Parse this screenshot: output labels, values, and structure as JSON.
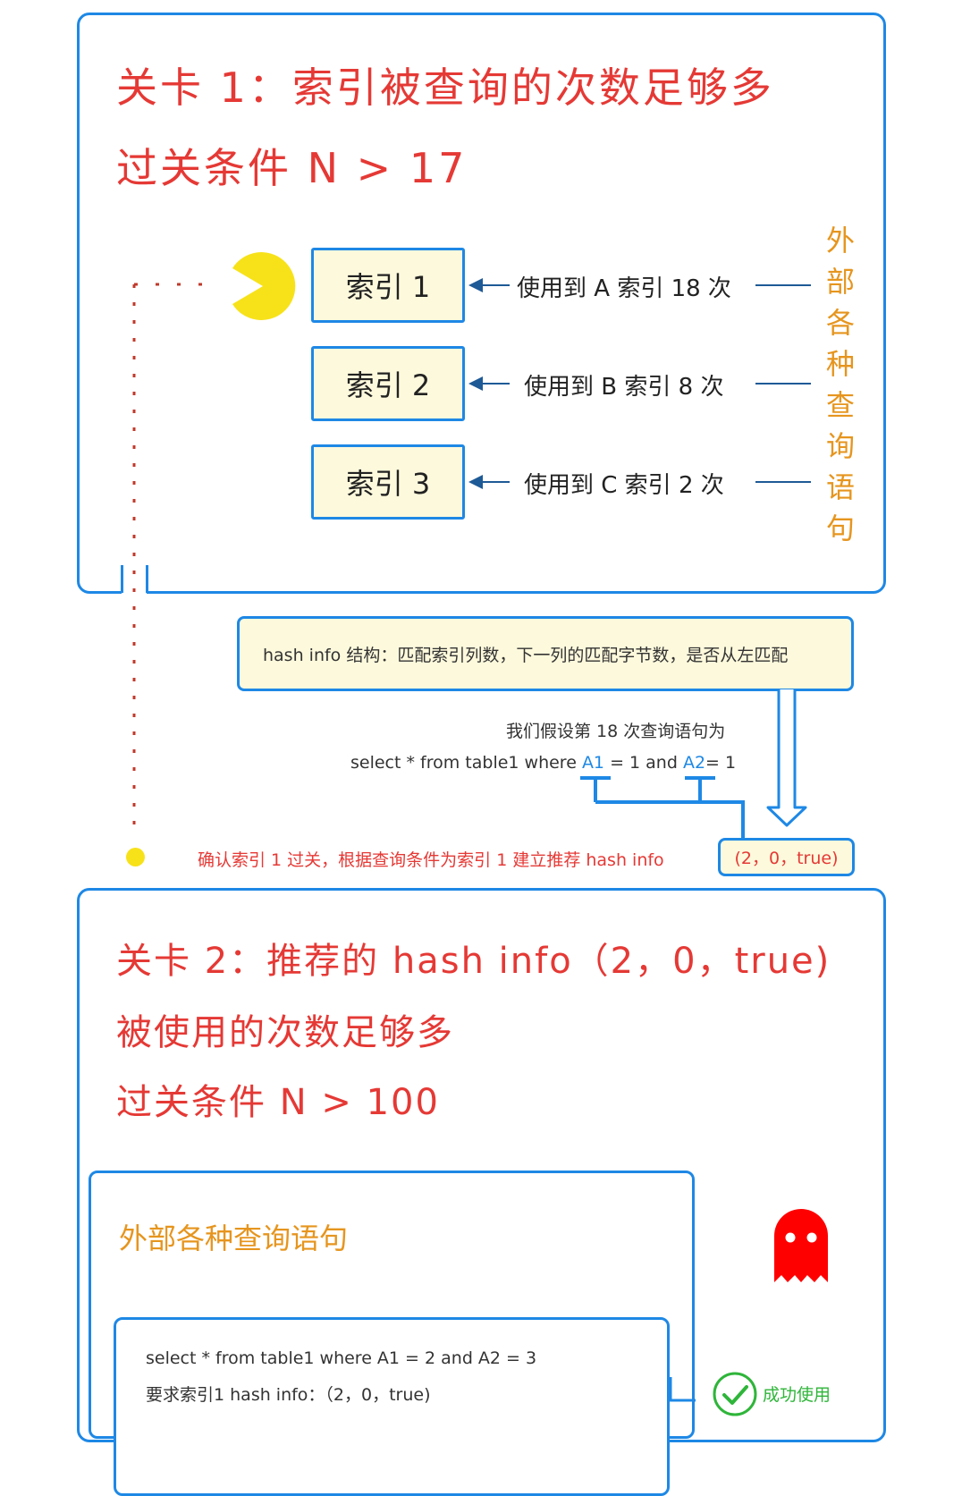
{
  "stage1": {
    "title": "关卡 1：索引被查询的次数足够多",
    "condition": "过关条件 N > 17",
    "indexes": [
      {
        "label": "索引 1",
        "usage": "使用到 A 索引 18 次"
      },
      {
        "label": "索引 2",
        "usage": "使用到 B 索引 8 次"
      },
      {
        "label": "索引 3",
        "usage": "使用到 C 索引 2 次"
      }
    ],
    "external_queries_vertical": [
      "外",
      "部",
      "各",
      "种",
      "查",
      "询",
      "语",
      "句"
    ]
  },
  "hash_info_box": "hash info 结构：匹配索引列数，下一列的匹配字节数，是否从左匹配",
  "assume_text": "我们假设第 18 次查询语句为",
  "query": {
    "prefix": "select * from table1 where ",
    "a1": "A1",
    "mid": " = 1 and ",
    "a2": "A2",
    "suffix": "= 1"
  },
  "confirm_text": "确认索引 1 过关，根据查询条件为索引 1 建立推荐 hash info",
  "tuple_box": "(2，0，true)",
  "stage2": {
    "title": "关卡 2：推荐的 hash info（2，0，true)",
    "title2": "被使用的次数足够多",
    "condition": "过关条件 N > 100",
    "inner_title": "外部各种查询语句",
    "query_line1": "select * from table1 where A1 = 2 and A2 = 3",
    "query_line2": "要求索引1 hash info：（2，0，true)",
    "success_label": "成功使用"
  },
  "colors": {
    "accent_blue": "#1e88e5",
    "title_red": "#e53935",
    "orange": "#e6951e",
    "box_fill": "#fdf9dc",
    "pacman_yellow": "#f7e21a",
    "ghost_red": "#ff0000",
    "success_green": "#2fb53a"
  }
}
